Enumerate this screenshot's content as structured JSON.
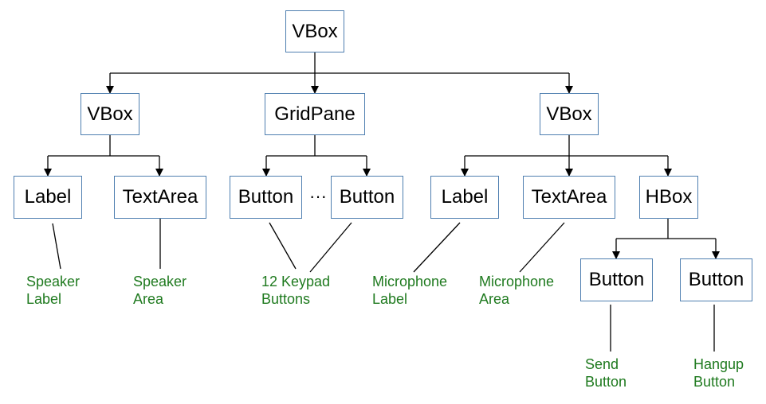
{
  "colors": {
    "node_border": "#4f7fb0",
    "edge": "#000000",
    "annotation": "#1f7a1f"
  },
  "nodes": {
    "root": "VBox",
    "left_vbox": "VBox",
    "gridpane": "GridPane",
    "right_vbox": "VBox",
    "label_left": "Label",
    "textarea_left": "TextArea",
    "button_grid_first": "Button",
    "button_grid_last": "Button",
    "label_right": "Label",
    "textarea_right": "TextArea",
    "hbox": "HBox",
    "button_send": "Button",
    "button_hangup": "Button"
  },
  "ellipsis": "···",
  "annotations": {
    "speaker_label": {
      "line1": "Speaker",
      "line2": "Label"
    },
    "speaker_area": {
      "line1": "Speaker",
      "line2": "Area"
    },
    "keypad_buttons": {
      "line1": "12 Keypad",
      "line2": "Buttons"
    },
    "microphone_label": {
      "line1": "Microphone",
      "line2": "Label"
    },
    "microphone_area": {
      "line1": "Microphone",
      "line2": "Area"
    },
    "send_button": {
      "line1": "Send",
      "line2": "Button"
    },
    "hangup_button": {
      "line1": "Hangup",
      "line2": "Button"
    }
  }
}
